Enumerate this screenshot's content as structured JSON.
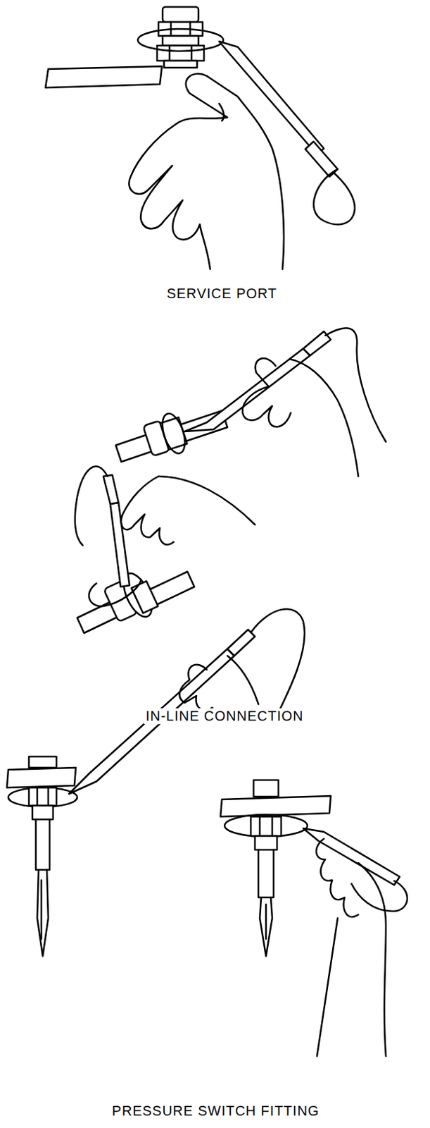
{
  "diagram": {
    "labels": [
      "SERVICE PORT",
      "IN-LINE CONNECTION",
      "PRESSURE SWITCH FITTING"
    ]
  }
}
